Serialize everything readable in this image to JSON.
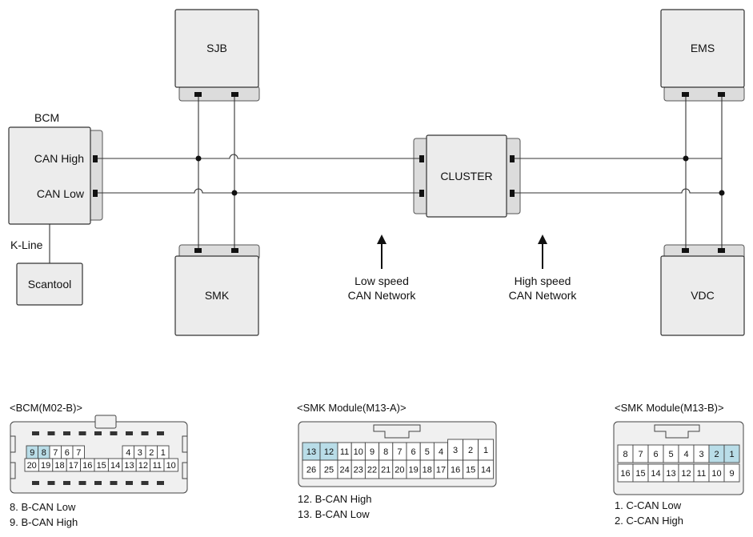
{
  "modules": {
    "sjb": "SJB",
    "ems": "EMS",
    "bcm_title": "BCM",
    "bcm_can_high": "CAN High",
    "bcm_can_low": "CAN Low",
    "kline": "K-Line",
    "scantool": "Scantool",
    "cluster": "CLUSTER",
    "smk": "SMK",
    "vdc": "VDC"
  },
  "annotations": {
    "low_speed_1": "Low speed",
    "low_speed_2": "CAN Network",
    "high_speed_1": "High speed",
    "high_speed_2": "CAN Network"
  },
  "connectors": [
    {
      "title": "<BCM(M02-B)>",
      "top_row": [
        "9",
        "8",
        "7",
        "6",
        "7",
        "",
        "",
        "",
        "4",
        "3",
        "2",
        "1"
      ],
      "top_row_display": [
        "9",
        "8",
        "7",
        "6",
        "7",
        "4",
        "3",
        "2",
        "1"
      ],
      "bottom_row": [
        "20",
        "19",
        "18",
        "17",
        "16",
        "15",
        "14",
        "13",
        "12",
        "11",
        "10"
      ],
      "highlighted": [
        "9",
        "8"
      ],
      "legend": [
        "8. B-CAN Low",
        "9. B-CAN High"
      ]
    },
    {
      "title": "<SMK Module(M13-A)>",
      "top_row": [
        "13",
        "12",
        "11",
        "10",
        "9",
        "8",
        "7",
        "6",
        "5",
        "4",
        "3",
        "2",
        "1"
      ],
      "bottom_row": [
        "26",
        "25",
        "24",
        "23",
        "22",
        "21",
        "20",
        "19",
        "18",
        "17",
        "16",
        "15",
        "14"
      ],
      "highlighted": [
        "13",
        "12"
      ],
      "legend": [
        "12. B-CAN High",
        "13. B-CAN Low"
      ]
    },
    {
      "title": "<SMK Module(M13-B)>",
      "top_row": [
        "8",
        "7",
        "6",
        "5",
        "4",
        "3",
        "2",
        "1"
      ],
      "bottom_row": [
        "16",
        "15",
        "14",
        "13",
        "12",
        "11",
        "10",
        "9"
      ],
      "highlighted": [
        "2",
        "1"
      ],
      "legend": [
        "1. C-CAN Low",
        "2. C-CAN High"
      ]
    }
  ],
  "colors": {
    "highlight": "#b9dde8",
    "module_fill": "#ececec",
    "wire": "#333333"
  }
}
